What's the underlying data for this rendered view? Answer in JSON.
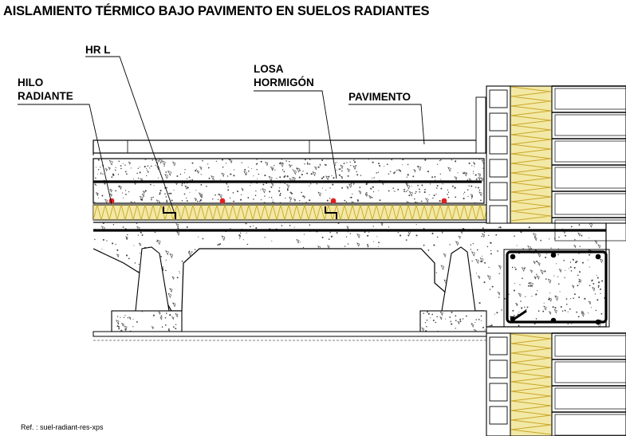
{
  "title": "AISLAMIENTO TÉRMICO BAJO PAVIMENTO EN SUELOS RADIANTES",
  "labels": {
    "hr_l": "HR  L",
    "hilo_1": "HILO",
    "hilo_2": "RADIANTE",
    "losa_1": "LOSA",
    "losa_2": "HORMIGÓN",
    "pavimento": "PAVIMENTO"
  },
  "reference": "Ref. : suel-radiant-res-xps",
  "colors": {
    "line": "#000000",
    "insulation_fill": "#f3e9a6",
    "insulation_zigzag": "#c9a628",
    "heating_wire": "#e02020",
    "concrete_dot": "#444444"
  }
}
